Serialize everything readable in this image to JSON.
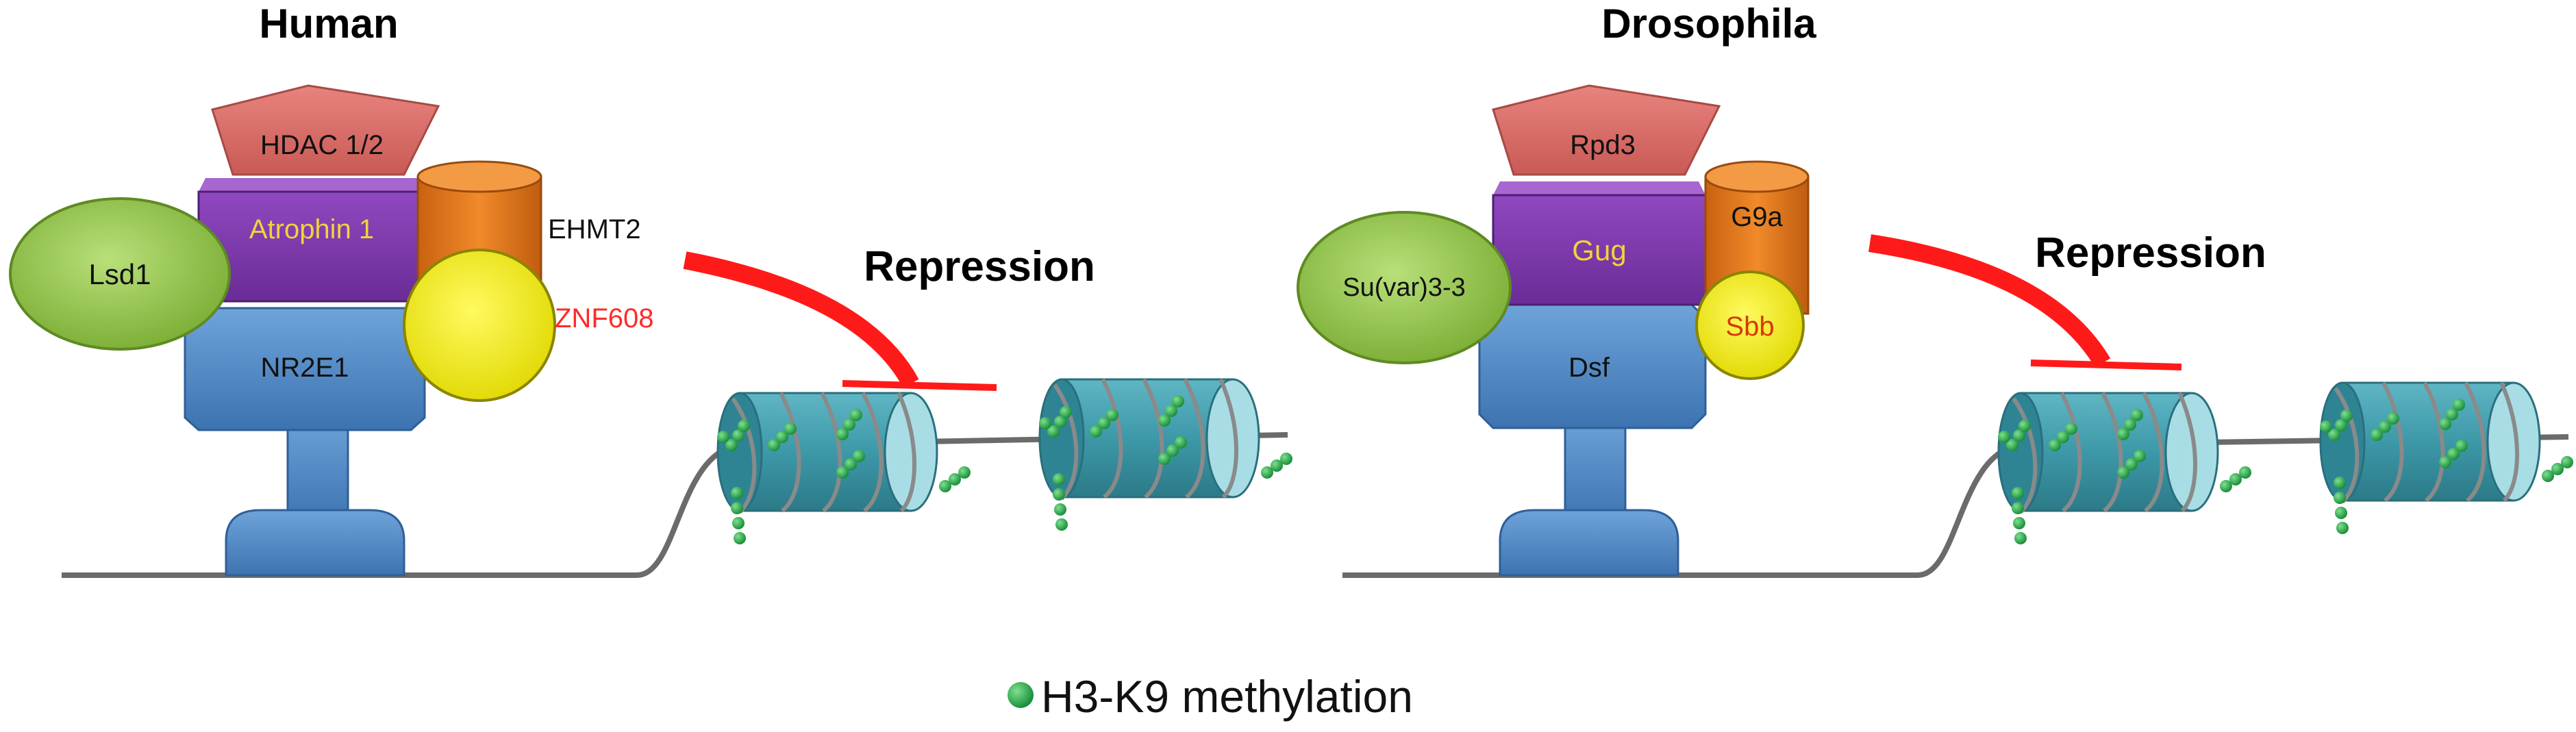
{
  "panels": {
    "human": {
      "title": "Human",
      "hdac": "HDAC 1/2",
      "atrophin": "Atrophin 1",
      "ehmt": "EHMT2",
      "lsd": "Lsd1",
      "znf": "ZNF608",
      "nr": "NR2E1",
      "repression": "Repression"
    },
    "drosophila": {
      "title": "Drosophila",
      "hdac": "Rpd3",
      "atrophin": "Gug",
      "ehmt": "G9a",
      "lsd": "Su(var)3-3",
      "znf": "Sbb",
      "nr": "Dsf",
      "repression": "Repression"
    }
  },
  "legend": {
    "label": "H3-K9 methylation"
  },
  "colors": {
    "hdac": "#d96b66",
    "atrophin": "#7a37a8",
    "atrophin_text": "#f2d23a",
    "ehmt": "#e3761a",
    "lsd": "#95c44a",
    "znf": "#f2ef00",
    "znf_text_human": "#ff2a2a",
    "znf_text_drosophila": "#d43b00",
    "nr": "#4a86c5",
    "repression": "#ff1a1a",
    "nucleosome": "#3d98a8",
    "methyl_mark": "#1fa84a",
    "dna": "#6b6b6b"
  },
  "icons": {
    "legend_marker": "green-dot-icon",
    "repression_symbol": "inhibition-arrow-icon"
  }
}
